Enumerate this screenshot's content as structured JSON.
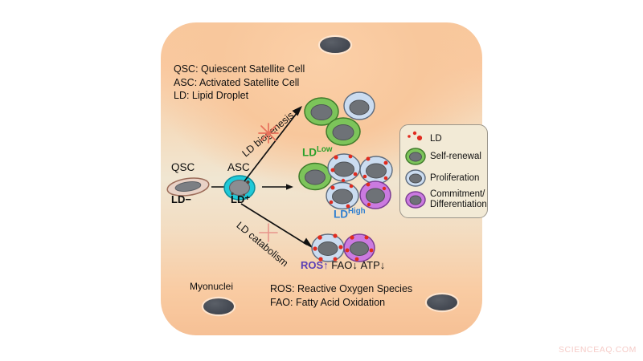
{
  "figure": {
    "watermark": "SCIENCEAQ.COM"
  },
  "abbreviations": [
    "QSC: Quiescent Satellite Cell",
    "ASC: Activated Satellite Cell",
    "LD: Lipid Droplet"
  ],
  "definitions": [
    "ROS: Reactive Oxygen Species",
    "FAO: Fatty Acid Oxidation"
  ],
  "fiber": {
    "myonuclei_label": "Myonuclei"
  },
  "pathway": {
    "qsc_label": "QSC",
    "qsc_state": "LD−",
    "asc_label": "ASC",
    "asc_state": "LD⁺",
    "branch_up": "LD biogenesis",
    "branch_down": "LD catabolism",
    "ld_low_base": "LD",
    "ld_low_sup": "Low",
    "ld_high_base": "LD",
    "ld_high_sup": "High"
  },
  "outcomes": {
    "ros_label": "ROS",
    "ros_arrow": "↑",
    "fao_label": "FAO",
    "fao_arrow": "↓",
    "atp_label": "ATP",
    "atp_arrow": "↓"
  },
  "legend": {
    "items": [
      {
        "label": "LD",
        "icon": "ld-dots-icon"
      },
      {
        "label": "Self-renewal",
        "icon": "green-cell-icon"
      },
      {
        "label": "Proliferation",
        "icon": "blue-cell-icon"
      },
      {
        "label": "Commitment/\nDifferentiation",
        "icon": "purple-cell-icon"
      }
    ]
  },
  "colors": {
    "fiber_peach": "#f8c79c",
    "fiber_center": "#f0e6d2",
    "self_renewal_green": "#7cc45a",
    "proliferation_blue": "#c3d7ef",
    "commitment_purple": "#c77ede",
    "ld_red": "#e02b1f",
    "asc_teal": "#19c4d2",
    "qsc_brown": "#b08878",
    "ld_low_text": "#2aa02a",
    "ld_high_text": "#2f7fd0",
    "ros_text": "#5b3fb5",
    "nucleus_gray": "#6e6e6e",
    "legend_bg": "#f2ead6",
    "watermark": "#f6ccc8"
  }
}
